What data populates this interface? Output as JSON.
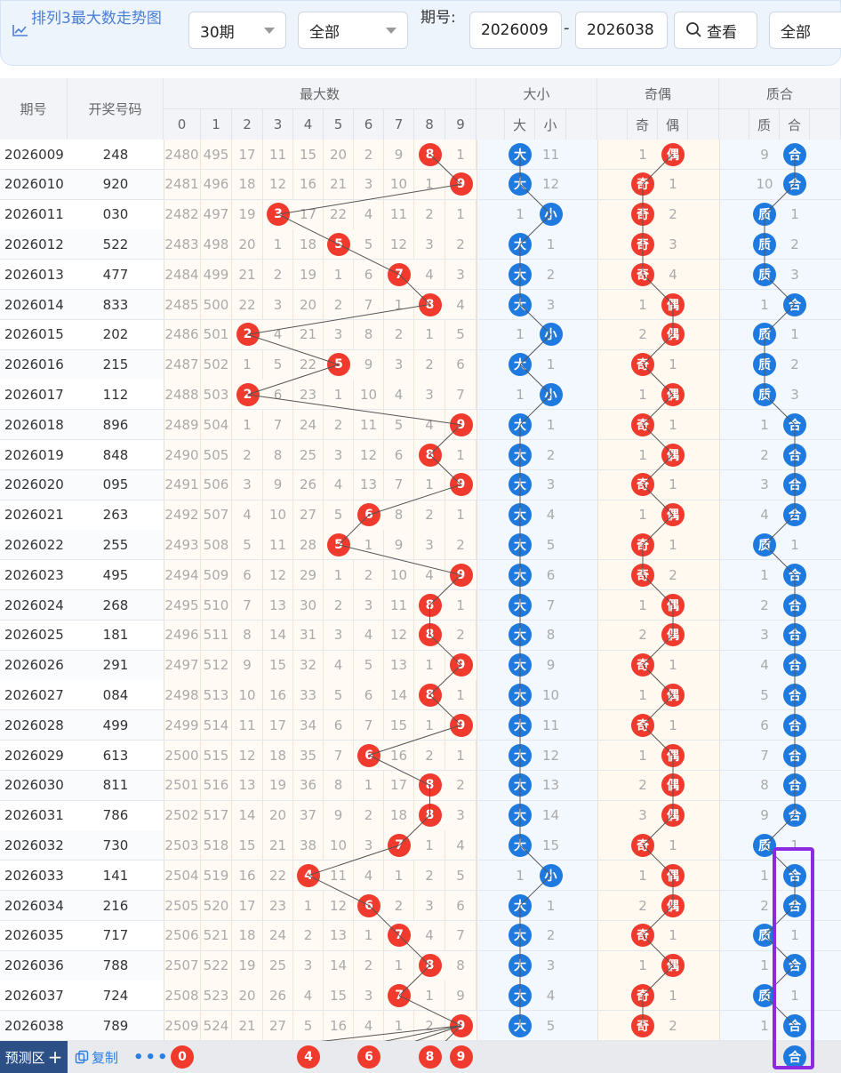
{
  "toolbar": {
    "title": "排列3最大数走势图",
    "period_select": "30期",
    "scope_select": "全部",
    "issue_label": "期号:",
    "issue_from": "2026009",
    "issue_to": "2026038",
    "search_label": "查看",
    "filter_select": "全部",
    "dash": "-"
  },
  "headers": {
    "issue": "期号",
    "draw": "开奖号码",
    "max_group": "最大数",
    "size_group": "大小",
    "parity_group": "奇偶",
    "prime_group": "质合",
    "digits": [
      "0",
      "1",
      "2",
      "3",
      "4",
      "5",
      "6",
      "7",
      "8",
      "9"
    ],
    "big": "大",
    "small": "小",
    "odd": "奇",
    "even": "偶",
    "prime": "质",
    "composite": "合"
  },
  "rows": [
    {
      "issue": "2026009",
      "draw": "248",
      "max": 8,
      "miss": [
        2480,
        495,
        17,
        11,
        15,
        20,
        2,
        9,
        null,
        1
      ],
      "size": "大",
      "size_miss": 11,
      "parity": "偶",
      "parity_miss": 1,
      "prime": "合",
      "prime_miss": 9
    },
    {
      "issue": "2026010",
      "draw": "920",
      "max": 9,
      "miss": [
        2481,
        496,
        18,
        12,
        16,
        21,
        3,
        10,
        1,
        null
      ],
      "size": "大",
      "size_miss": 12,
      "parity": "奇",
      "parity_miss": 1,
      "prime": "合",
      "prime_miss": 10
    },
    {
      "issue": "2026011",
      "draw": "030",
      "max": 3,
      "miss": [
        2482,
        497,
        19,
        null,
        17,
        22,
        4,
        11,
        2,
        1
      ],
      "size": "小",
      "size_miss": 1,
      "parity": "奇",
      "parity_miss": 2,
      "prime": "质",
      "prime_miss": 1
    },
    {
      "issue": "2026012",
      "draw": "522",
      "max": 5,
      "miss": [
        2483,
        498,
        20,
        1,
        18,
        null,
        5,
        12,
        3,
        2
      ],
      "size": "大",
      "size_miss": 1,
      "parity": "奇",
      "parity_miss": 3,
      "prime": "质",
      "prime_miss": 2
    },
    {
      "issue": "2026013",
      "draw": "477",
      "max": 7,
      "miss": [
        2484,
        499,
        21,
        2,
        19,
        1,
        6,
        null,
        4,
        3
      ],
      "size": "大",
      "size_miss": 2,
      "parity": "奇",
      "parity_miss": 4,
      "prime": "质",
      "prime_miss": 3
    },
    {
      "issue": "2026014",
      "draw": "833",
      "max": 8,
      "miss": [
        2485,
        500,
        22,
        3,
        20,
        2,
        7,
        1,
        null,
        4
      ],
      "size": "大",
      "size_miss": 3,
      "parity": "偶",
      "parity_miss": 1,
      "prime": "合",
      "prime_miss": 1
    },
    {
      "issue": "2026015",
      "draw": "202",
      "max": 2,
      "miss": [
        2486,
        501,
        null,
        4,
        21,
        3,
        8,
        2,
        1,
        5
      ],
      "size": "小",
      "size_miss": 1,
      "parity": "偶",
      "parity_miss": 2,
      "prime": "质",
      "prime_miss": 1
    },
    {
      "issue": "2026016",
      "draw": "215",
      "max": 5,
      "miss": [
        2487,
        502,
        1,
        5,
        22,
        null,
        9,
        3,
        2,
        6
      ],
      "size": "大",
      "size_miss": 1,
      "parity": "奇",
      "parity_miss": 1,
      "prime": "质",
      "prime_miss": 2
    },
    {
      "issue": "2026017",
      "draw": "112",
      "max": 2,
      "miss": [
        2488,
        503,
        null,
        6,
        23,
        1,
        10,
        4,
        3,
        7
      ],
      "size": "小",
      "size_miss": 1,
      "parity": "偶",
      "parity_miss": 1,
      "prime": "质",
      "prime_miss": 3
    },
    {
      "issue": "2026018",
      "draw": "896",
      "max": 9,
      "miss": [
        2489,
        504,
        1,
        7,
        24,
        2,
        11,
        5,
        4,
        null
      ],
      "size": "大",
      "size_miss": 1,
      "parity": "奇",
      "parity_miss": 1,
      "prime": "合",
      "prime_miss": 1
    },
    {
      "issue": "2026019",
      "draw": "848",
      "max": 8,
      "miss": [
        2490,
        505,
        2,
        8,
        25,
        3,
        12,
        6,
        null,
        1
      ],
      "size": "大",
      "size_miss": 2,
      "parity": "偶",
      "parity_miss": 1,
      "prime": "合",
      "prime_miss": 2
    },
    {
      "issue": "2026020",
      "draw": "095",
      "max": 9,
      "miss": [
        2491,
        506,
        3,
        9,
        26,
        4,
        13,
        7,
        1,
        null
      ],
      "size": "大",
      "size_miss": 3,
      "parity": "奇",
      "parity_miss": 1,
      "prime": "合",
      "prime_miss": 3
    },
    {
      "issue": "2026021",
      "draw": "263",
      "max": 6,
      "miss": [
        2492,
        507,
        4,
        10,
        27,
        5,
        null,
        8,
        2,
        1
      ],
      "size": "大",
      "size_miss": 4,
      "parity": "偶",
      "parity_miss": 1,
      "prime": "合",
      "prime_miss": 4
    },
    {
      "issue": "2026022",
      "draw": "255",
      "max": 5,
      "miss": [
        2493,
        508,
        5,
        11,
        28,
        null,
        1,
        9,
        3,
        2
      ],
      "size": "大",
      "size_miss": 5,
      "parity": "奇",
      "parity_miss": 1,
      "prime": "质",
      "prime_miss": 1
    },
    {
      "issue": "2026023",
      "draw": "495",
      "max": 9,
      "miss": [
        2494,
        509,
        6,
        12,
        29,
        1,
        2,
        10,
        4,
        null
      ],
      "size": "大",
      "size_miss": 6,
      "parity": "奇",
      "parity_miss": 2,
      "prime": "合",
      "prime_miss": 1
    },
    {
      "issue": "2026024",
      "draw": "268",
      "max": 8,
      "miss": [
        2495,
        510,
        7,
        13,
        30,
        2,
        3,
        11,
        null,
        1
      ],
      "size": "大",
      "size_miss": 7,
      "parity": "偶",
      "parity_miss": 1,
      "prime": "合",
      "prime_miss": 2
    },
    {
      "issue": "2026025",
      "draw": "181",
      "max": 8,
      "miss": [
        2496,
        511,
        8,
        14,
        31,
        3,
        4,
        12,
        null,
        2
      ],
      "size": "大",
      "size_miss": 8,
      "parity": "偶",
      "parity_miss": 2,
      "prime": "合",
      "prime_miss": 3
    },
    {
      "issue": "2026026",
      "draw": "291",
      "max": 9,
      "miss": [
        2497,
        512,
        9,
        15,
        32,
        4,
        5,
        13,
        1,
        null
      ],
      "size": "大",
      "size_miss": 9,
      "parity": "奇",
      "parity_miss": 1,
      "prime": "合",
      "prime_miss": 4
    },
    {
      "issue": "2026027",
      "draw": "084",
      "max": 8,
      "miss": [
        2498,
        513,
        10,
        16,
        33,
        5,
        6,
        14,
        null,
        1
      ],
      "size": "大",
      "size_miss": 10,
      "parity": "偶",
      "parity_miss": 1,
      "prime": "合",
      "prime_miss": 5
    },
    {
      "issue": "2026028",
      "draw": "499",
      "max": 9,
      "miss": [
        2499,
        514,
        11,
        17,
        34,
        6,
        7,
        15,
        1,
        null
      ],
      "size": "大",
      "size_miss": 11,
      "parity": "奇",
      "parity_miss": 1,
      "prime": "合",
      "prime_miss": 6
    },
    {
      "issue": "2026029",
      "draw": "613",
      "max": 6,
      "miss": [
        2500,
        515,
        12,
        18,
        35,
        7,
        null,
        16,
        2,
        1
      ],
      "size": "大",
      "size_miss": 12,
      "parity": "偶",
      "parity_miss": 1,
      "prime": "合",
      "prime_miss": 7
    },
    {
      "issue": "2026030",
      "draw": "811",
      "max": 8,
      "miss": [
        2501,
        516,
        13,
        19,
        36,
        8,
        1,
        17,
        null,
        2
      ],
      "size": "大",
      "size_miss": 13,
      "parity": "偶",
      "parity_miss": 2,
      "prime": "合",
      "prime_miss": 8
    },
    {
      "issue": "2026031",
      "draw": "786",
      "max": 8,
      "miss": [
        2502,
        517,
        14,
        20,
        37,
        9,
        2,
        18,
        null,
        3
      ],
      "size": "大",
      "size_miss": 14,
      "parity": "偶",
      "parity_miss": 3,
      "prime": "合",
      "prime_miss": 9
    },
    {
      "issue": "2026032",
      "draw": "730",
      "max": 7,
      "miss": [
        2503,
        518,
        15,
        21,
        38,
        10,
        3,
        null,
        1,
        4
      ],
      "size": "大",
      "size_miss": 15,
      "parity": "奇",
      "parity_miss": 1,
      "prime": "质",
      "prime_miss": 1
    },
    {
      "issue": "2026033",
      "draw": "141",
      "max": 4,
      "miss": [
        2504,
        519,
        16,
        22,
        null,
        11,
        4,
        1,
        2,
        5
      ],
      "size": "小",
      "size_miss": 1,
      "parity": "偶",
      "parity_miss": 1,
      "prime": "合",
      "prime_miss": 1
    },
    {
      "issue": "2026034",
      "draw": "216",
      "max": 6,
      "miss": [
        2505,
        520,
        17,
        23,
        1,
        12,
        null,
        2,
        3,
        6
      ],
      "size": "大",
      "size_miss": 1,
      "parity": "偶",
      "parity_miss": 2,
      "prime": "合",
      "prime_miss": 2
    },
    {
      "issue": "2026035",
      "draw": "717",
      "max": 7,
      "miss": [
        2506,
        521,
        18,
        24,
        2,
        13,
        1,
        null,
        4,
        7
      ],
      "size": "大",
      "size_miss": 2,
      "parity": "奇",
      "parity_miss": 1,
      "prime": "质",
      "prime_miss": 1
    },
    {
      "issue": "2026036",
      "draw": "788",
      "max": 8,
      "miss": [
        2507,
        522,
        19,
        25,
        3,
        14,
        2,
        1,
        null,
        8
      ],
      "size": "大",
      "size_miss": 3,
      "parity": "偶",
      "parity_miss": 1,
      "prime": "合",
      "prime_miss": 1
    },
    {
      "issue": "2026037",
      "draw": "724",
      "max": 7,
      "miss": [
        2508,
        523,
        20,
        26,
        4,
        15,
        3,
        null,
        1,
        9
      ],
      "size": "大",
      "size_miss": 4,
      "parity": "奇",
      "parity_miss": 1,
      "prime": "质",
      "prime_miss": 1
    },
    {
      "issue": "2026038",
      "draw": "789",
      "max": 9,
      "miss": [
        2509,
        524,
        21,
        27,
        5,
        16,
        4,
        1,
        2,
        null
      ],
      "size": "大",
      "size_miss": 5,
      "parity": "奇",
      "parity_miss": 2,
      "prime": "合",
      "prime_miss": 1
    }
  ],
  "footer": {
    "predict_label": "预测区",
    "predict_plus": "+",
    "copy_label": "复制",
    "more": "•••",
    "predicted_max": [
      0,
      4,
      6,
      8,
      9
    ],
    "predicted_prime": "合"
  },
  "colors": {
    "red_ball": "#f03a2e",
    "blue_ball": "#1f7ae0",
    "accent": "#2a7de1",
    "highlight_box": "#8a2be2"
  }
}
